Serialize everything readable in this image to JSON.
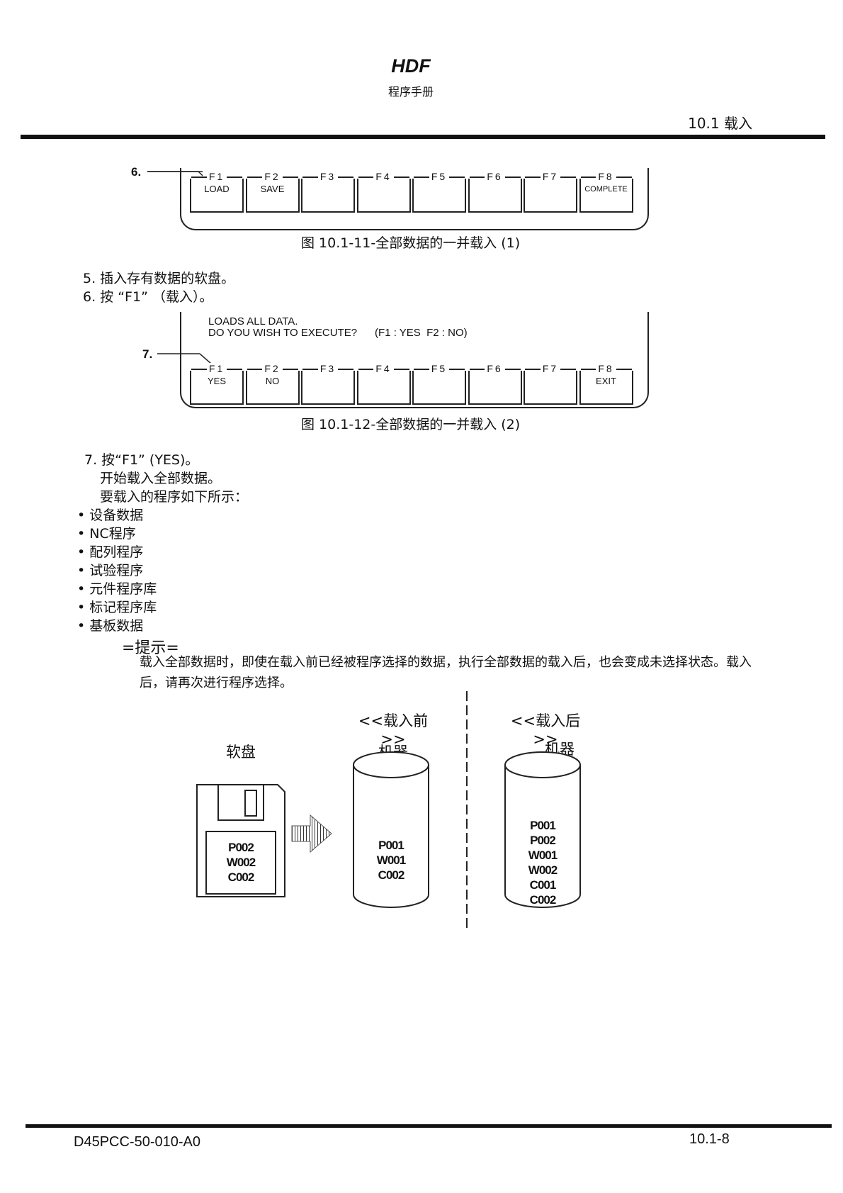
{
  "header": {
    "brand": "HDF",
    "subtitle": "程序手册",
    "section": "10.1  载入"
  },
  "figure1": {
    "step_marker": "6.",
    "keys": [
      {
        "cap": "F1",
        "label": "LOAD"
      },
      {
        "cap": "F2",
        "label": "SAVE"
      },
      {
        "cap": "F3",
        "label": ""
      },
      {
        "cap": "F4",
        "label": ""
      },
      {
        "cap": "F5",
        "label": ""
      },
      {
        "cap": "F6",
        "label": ""
      },
      {
        "cap": "F7",
        "label": ""
      },
      {
        "cap": "F8",
        "label": "COMPLETE"
      }
    ],
    "caption": "图  10.1-11-全部数据的一并载入  (1)"
  },
  "steps_a": [
    "5.  插入存有数据的软盘。",
    "6.  按  “F1” （载入）。"
  ],
  "figure2": {
    "message_line1": "LOADS ALL DATA.",
    "message_line2": "DO YOU WISH TO EXECUTE?      (F1 : YES  F2 : NO)",
    "step_marker": "7.",
    "keys": [
      {
        "cap": "F1",
        "label": "YES"
      },
      {
        "cap": "F2",
        "label": "NO"
      },
      {
        "cap": "F3",
        "label": ""
      },
      {
        "cap": "F4",
        "label": ""
      },
      {
        "cap": "F5",
        "label": ""
      },
      {
        "cap": "F6",
        "label": ""
      },
      {
        "cap": "F7",
        "label": ""
      },
      {
        "cap": "F8",
        "label": "EXIT"
      }
    ],
    "caption": "图  10.1-12-全部数据的一并载入  (2)"
  },
  "step7": {
    "title": "7.  按“F1” (YES)。",
    "line1": "开始载入全部数据。",
    "line2": "要载入的程序如下所示："
  },
  "bullets": [
    "• 设备数据",
    "• NC程序",
    "• 配列程序",
    "• 试验程序",
    "• 元件程序库",
    "• 标记程序库",
    "• 基板数据"
  ],
  "tip": {
    "title": "=提示=",
    "text": "载入全部数据时，即使在载入前已经被程序选择的数据，执行全部数据的载入后，也会变成未选择状态。载入后，请再次进行程序选择。"
  },
  "diagram": {
    "before_heading": "<<载入前>>",
    "after_heading": "<<载入后>>",
    "floppy_label": "软盘",
    "machine_before_label": "机器",
    "machine_after_label": "机器",
    "floppy_items": [
      "P002",
      "W002",
      "C002"
    ],
    "before_items": [
      "P001",
      "W001",
      "C002"
    ],
    "after_items": [
      "P001",
      "P002",
      "W001",
      "W002",
      "C001",
      "C002"
    ]
  },
  "footer": {
    "doc_code": "D45PCC-50-010-A0",
    "page": "10.1-8"
  }
}
